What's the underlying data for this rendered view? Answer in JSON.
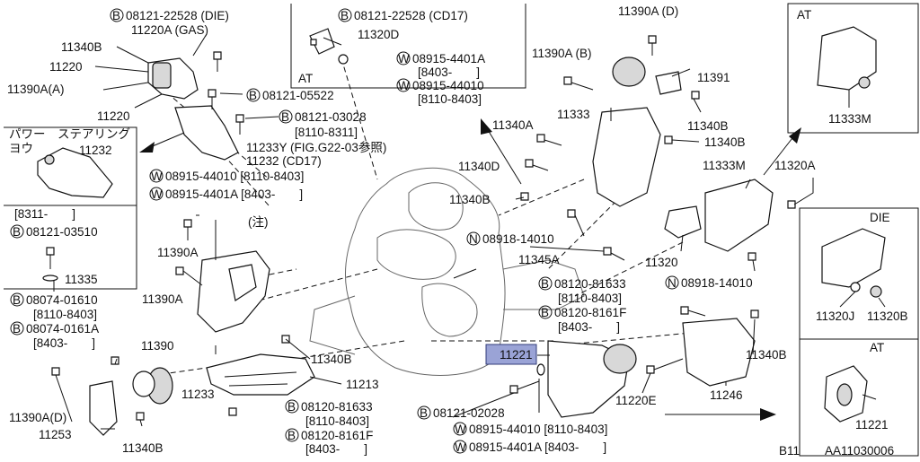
{
  "diagram_id": "AA11030006",
  "model": "B11",
  "box_labels": {
    "at_cd17": "AT",
    "at_top_right": "AT",
    "die_right": "DIE",
    "at_bottom_right": "AT"
  },
  "power_steering": {
    "title_line1": "パワー　ステアリング",
    "title_line2": "ヨウ",
    "part": "11232",
    "range": "[8311-　　]"
  },
  "labels": {
    "b_08121_22528_die": "08121-22528 (DIE)",
    "p_11220a_gas": "11220A (GAS)",
    "p_11340b_1": "11340B",
    "p_11220_1": "11220",
    "p_11390a_a": "11390A(A)",
    "p_11220_2": "11220",
    "b_08121_05522": "08121-05522",
    "b_08121_03028": "08121-03028",
    "r_8110_8311": "[8110-8311]",
    "p_11233y": "11233Y (FIG.G22-03参照)",
    "p_11232_cd17": "11232 (CD17)",
    "w_08915_44010_a": "08915-44010 [8110-8403]",
    "w_08915_4401a_a": "08915-4401A [8403-　　]",
    "b_08121_03510": "08121-03510",
    "p_11335": "11335",
    "p_chu": "(注)",
    "p_11390a_1": "11390A",
    "p_11390a_2": "11390A",
    "b_08074_01610": "08074-01610",
    "r_8110_8403_a": "[8110-8403]",
    "b_08074_0161a": "08074-0161A",
    "r_8403_a": "[8403-　　]",
    "p_11390": "11390",
    "p_11390a_d": "11390A(D)",
    "p_11253": "11253",
    "p_11340b_2": "11340B",
    "p_11233": "11233",
    "p_11213": "11213",
    "p_11340b_3": "11340B",
    "b_08121_22528_cd17": "08121-22528 (CD17)",
    "p_11320d": "11320D",
    "w_08915_4401a_b": "08915-4401A",
    "r_8403_b": "[8403-　　]",
    "w_08915_44010_b": "08915-44010",
    "r_8110_8403_b": "[8110-8403]",
    "p_11390a_top_d": "11390A (D)",
    "p_11390a_b": "11390A (B)",
    "p_11391": "11391",
    "p_11340a": "11340A",
    "p_11333": "11333",
    "p_11340b_4": "11340B",
    "p_11340b_5": "11340B",
    "p_11340d": "11340D",
    "p_11340b_6": "11340B",
    "n_08918_14010_a": "08918-14010",
    "p_11345a": "11345A",
    "p_11320": "11320",
    "p_11333m_1": "11333M",
    "p_11320a": "11320A",
    "n_08918_14010_b": "08918-14010",
    "b_08120_81633_a": "08120-81633",
    "r_8110_8403_c": "[8110-8403]",
    "b_08120_8161f_a": "08120-8161F",
    "r_8403_c": "[8403-　　]",
    "p_11221_hl": "11221",
    "p_11340b_7": "11340B",
    "p_11220e": "11220E",
    "p_11246": "11246",
    "b_08120_81633_b": "08120-81633",
    "r_8110_8403_d": "[8110-8403]",
    "b_08120_8161f_b": "08120-8161F",
    "r_8403_d": "[8403-　　]",
    "b_08121_02028": "08121-02028",
    "w_08915_44010_c": "08915-44010 [8110-8403]",
    "w_08915_4401a_c": "08915-4401A [8403-　　]",
    "p_11333m_2": "11333M",
    "p_11320j": "11320J",
    "p_11320b": "11320B",
    "p_11221_at": "11221"
  },
  "circle_letters": {
    "bolt": "B",
    "washer": "W",
    "nut": "N"
  }
}
